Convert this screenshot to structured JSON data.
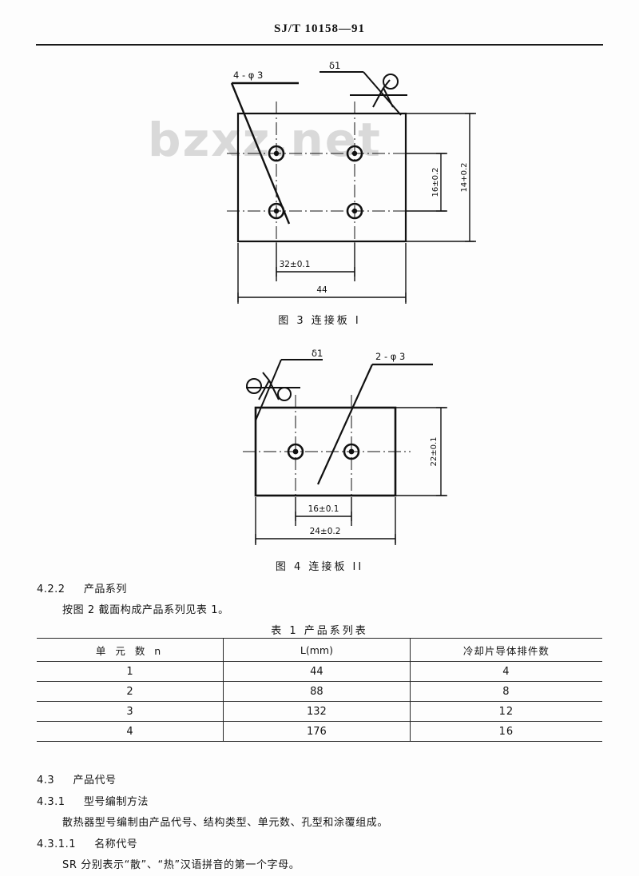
{
  "header": {
    "standard_code": "SJ/T 10158—91"
  },
  "watermark": {
    "text": "bzxz.net"
  },
  "figures": [
    {
      "id": "figure-3",
      "caption": "图 3  连接板 I",
      "hole_callout": "4 - φ 3",
      "roughness_callout": "δ1",
      "dimensions": {
        "width_outer": "44",
        "width_hole_center": "32±0.1",
        "height_outer": "14+0.2",
        "height_hole_center": "16±0.2"
      },
      "hole_count": 4
    },
    {
      "id": "figure-4",
      "caption": "图 4  连接板 II",
      "hole_callout": "2 - φ 3",
      "roughness_callout": "δ1",
      "dimensions": {
        "width_outer": "24±0.2",
        "width_hole_center": "16±0.1",
        "height_outer": "22±0.1"
      },
      "hole_count": 2
    }
  ],
  "sections": {
    "s422_number": "4.2.2",
    "s422_title": "产品系列",
    "s422_body": "按图 2 截面构成产品系列见表 1。",
    "s43_number": "4.3",
    "s43_title": "产品代号",
    "s431_number": "4.3.1",
    "s431_title": "型号编制方法",
    "s431_body": "散热器型号编制由产品代号、结构类型、单元数、孔型和涂覆组成。",
    "s4311_number": "4.3.1.1",
    "s4311_title": "名称代号",
    "s4311_body": "SR 分别表示“散”、“热”汉语拼音的第一个字母。"
  },
  "table": {
    "title": "表 1   产品系列表",
    "headers": {
      "unit_count": "单  元  数  n",
      "length": "L(mm)",
      "cooling_fins": "冷却片导体排件数"
    },
    "rows": [
      {
        "n": "1",
        "l": "44",
        "c": "4"
      },
      {
        "n": "2",
        "l": "88",
        "c": "8"
      },
      {
        "n": "3",
        "l": "132",
        "c": "12"
      },
      {
        "n": "4",
        "l": "176",
        "c": "16"
      }
    ]
  }
}
